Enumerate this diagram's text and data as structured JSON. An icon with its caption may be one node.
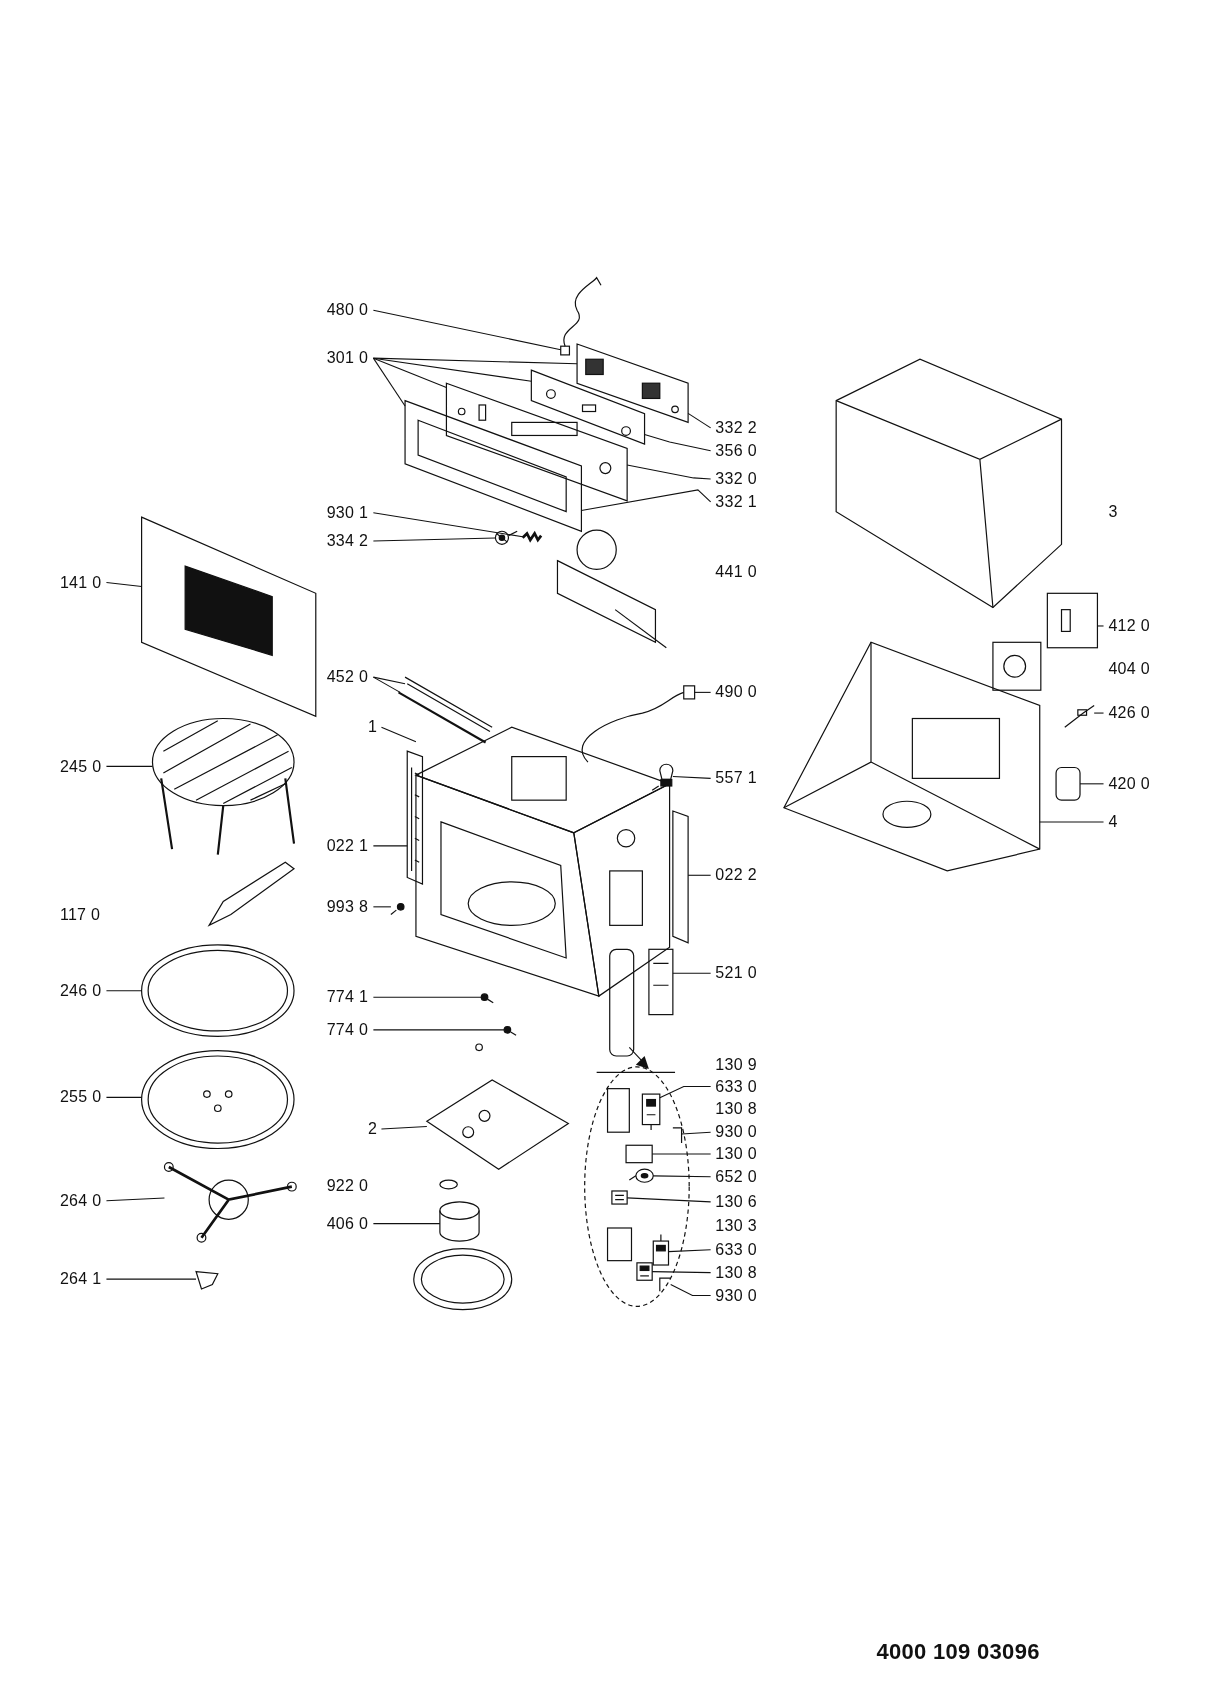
{
  "diagram": {
    "nodes": [
      {
        "text": [
          "480 0"
        ]
      },
      {
        "text": [
          "301 0"
        ]
      },
      {
        "text": [
          "332 2"
        ]
      },
      {
        "text": [
          "356 0"
        ]
      },
      {
        "text": [
          "332 0"
        ]
      },
      {
        "text": [
          "332 1"
        ]
      },
      {
        "text": [
          "930 1"
        ]
      },
      {
        "text": [
          "334 2"
        ]
      },
      {
        "text": [
          "141 0"
        ]
      },
      {
        "text": [
          "412 0"
        ]
      },
      {
        "text": [
          "452 0"
        ]
      },
      {
        "text": [
          "490 0"
        ]
      },
      {
        "text": [
          "426 0"
        ]
      },
      {
        "text": [
          "1"
        ]
      },
      {
        "text": [
          "557 1"
        ]
      },
      {
        "text": [
          "245 0"
        ]
      },
      {
        "text": [
          "420 0"
        ]
      },
      {
        "text": [
          "4"
        ]
      },
      {
        "text": [
          "022 1"
        ]
      },
      {
        "text": [
          "022 2"
        ]
      },
      {
        "text": [
          "993 8"
        ]
      },
      {
        "text": [
          "521 0"
        ]
      },
      {
        "text": [
          "246 0"
        ]
      },
      {
        "text": [
          "774 1"
        ]
      },
      {
        "text": [
          "774 0"
        ]
      },
      {
        "text": [
          "633 0"
        ]
      },
      {
        "text": [
          "930 0"
        ]
      },
      {
        "text": [
          "255 0"
        ]
      },
      {
        "text": [
          "2"
        ]
      },
      {
        "text": [
          "130 0"
        ]
      },
      {
        "text": [
          "652 0"
        ]
      },
      {
        "text": [
          "130 6"
        ]
      },
      {
        "text": [
          "264 0"
        ]
      },
      {
        "text": [
          "406 0"
        ]
      },
      {
        "text": [
          "633 0"
        ]
      },
      {
        "text": [
          "130 8"
        ]
      },
      {
        "text": [
          "930 0"
        ]
      },
      {
        "text": [
          "264 1"
        ]
      },
      {
        "text": [],
        "shape": "picture"
      },
      {
        "text": [],
        "shape": "picture"
      },
      {
        "text": [],
        "shape": "picture"
      },
      {
        "text": [],
        "shape": "picture"
      },
      {
        "text": [],
        "shape": "picture"
      },
      {
        "text": [],
        "shape": "picture"
      },
      {
        "text": [],
        "shape": "picture"
      },
      {
        "text": [],
        "shape": "picture"
      },
      {
        "text": [],
        "shape": "picture"
      },
      {
        "text": [],
        "shape": "picture"
      },
      {
        "text": [],
        "shape": "picture"
      },
      {
        "text": [],
        "shape": "picture"
      },
      {
        "text": [],
        "shape": "picture"
      },
      {
        "text": [],
        "shape": "picture"
      },
      {
        "text": [],
        "shape": "picture"
      },
      {
        "text": [],
        "shape": "picture"
      },
      {
        "text": [],
        "shape": "picture"
      },
      {
        "text": [],
        "shape": "picture"
      },
      {
        "text": [],
        "shape": "picture"
      },
      {
        "text": [],
        "shape": "picture"
      },
      {
        "text": [],
        "shape": "picture"
      },
      {
        "text": [],
        "shape": "picture"
      },
      {
        "text": [],
        "shape": "picture"
      },
      {
        "text": [],
        "shape": "picture"
      },
      {
        "text": [],
        "shape": "picture"
      },
      {
        "text": [],
        "shape": "picture"
      },
      {
        "text": [],
        "shape": "picture"
      },
      {
        "text": [],
        "shape": "picture"
      },
      {
        "text": [],
        "shape": "picture"
      },
      {
        "text": [],
        "shape": "picture"
      },
      {
        "text": [],
        "shape": "picture"
      },
      {
        "text": [],
        "shape": "picture"
      },
      {
        "text": [],
        "shape": "picture"
      },
      {
        "text": [],
        "shape": "picture"
      },
      {
        "text": [],
        "shape": "picture"
      },
      {
        "text": [],
        "shape": "picture"
      },
      {
        "text": [],
        "shape": "picture"
      },
      {
        "text": [],
        "shape": "picture"
      }
    ],
    "edges": [
      {
        "from": 0,
        "to": 38,
        "arrow": "none"
      },
      {
        "from": 1,
        "to": 39,
        "arrow": "none"
      },
      {
        "from": 1,
        "to": 40,
        "arrow": "none"
      },
      {
        "from": 1,
        "to": 41,
        "arrow": "none"
      },
      {
        "from": 1,
        "to": 42,
        "arrow": "none"
      },
      {
        "from": 2,
        "to": 39,
        "arrow": "none"
      },
      {
        "from": 3,
        "to": 40,
        "arrow": "none"
      },
      {
        "from": 4,
        "to": 41,
        "arrow": "none"
      },
      {
        "from": 5,
        "to": 42,
        "arrow": "none"
      },
      {
        "from": 6,
        "to": 43,
        "arrow": "none"
      },
      {
        "from": 7,
        "to": 44,
        "arrow": "none"
      },
      {
        "from": 8,
        "to": 45,
        "arrow": "none"
      },
      {
        "from": 9,
        "to": 46,
        "arrow": "none"
      },
      {
        "from": 10,
        "to": 47,
        "arrow": "none"
      },
      {
        "from": 10,
        "to": 48,
        "arrow": "none"
      },
      {
        "from": 11,
        "to": 49,
        "arrow": "none"
      },
      {
        "from": 12,
        "to": 50,
        "arrow": "none"
      },
      {
        "from": 13,
        "to": 51,
        "arrow": "none"
      },
      {
        "from": 14,
        "to": 52,
        "arrow": "none"
      },
      {
        "from": 15,
        "to": 53,
        "arrow": "none"
      },
      {
        "from": 16,
        "to": 54,
        "arrow": "none"
      },
      {
        "from": 17,
        "to": 55,
        "arrow": "none"
      },
      {
        "from": 18,
        "to": 56,
        "arrow": "none"
      },
      {
        "from": 19,
        "to": 57,
        "arrow": "none"
      },
      {
        "from": 20,
        "to": 58,
        "arrow": "none"
      },
      {
        "from": 21,
        "to": 59,
        "arrow": "none"
      },
      {
        "from": 22,
        "to": 60,
        "arrow": "none"
      },
      {
        "from": 23,
        "to": 61,
        "arrow": "none"
      },
      {
        "from": 24,
        "to": 62,
        "arrow": "none"
      },
      {
        "from": 25,
        "to": 63,
        "arrow": "none"
      },
      {
        "from": 26,
        "to": 64,
        "arrow": "none"
      },
      {
        "from": 27,
        "to": 71,
        "arrow": "none"
      },
      {
        "from": 28,
        "to": 72,
        "arrow": "none"
      },
      {
        "from": 29,
        "to": 65,
        "arrow": "none"
      },
      {
        "from": 30,
        "to": 66,
        "arrow": "none"
      },
      {
        "from": 31,
        "to": 67,
        "arrow": "none"
      },
      {
        "from": 32,
        "to": 73,
        "arrow": "none"
      },
      {
        "from": 33,
        "to": 74,
        "arrow": "none"
      },
      {
        "from": 34,
        "to": 68,
        "arrow": "none"
      },
      {
        "from": 35,
        "to": 69,
        "arrow": "none"
      },
      {
        "from": 36,
        "to": 70,
        "arrow": "none"
      },
      {
        "from": 37,
        "to": 75,
        "arrow": "none"
      }
    ],
    "labels": [
      "3",
      "441 0",
      "404 0",
      "117 0",
      "130 9",
      "130 8",
      "922 0",
      "130 3",
      "4000 109 03096"
    ]
  }
}
